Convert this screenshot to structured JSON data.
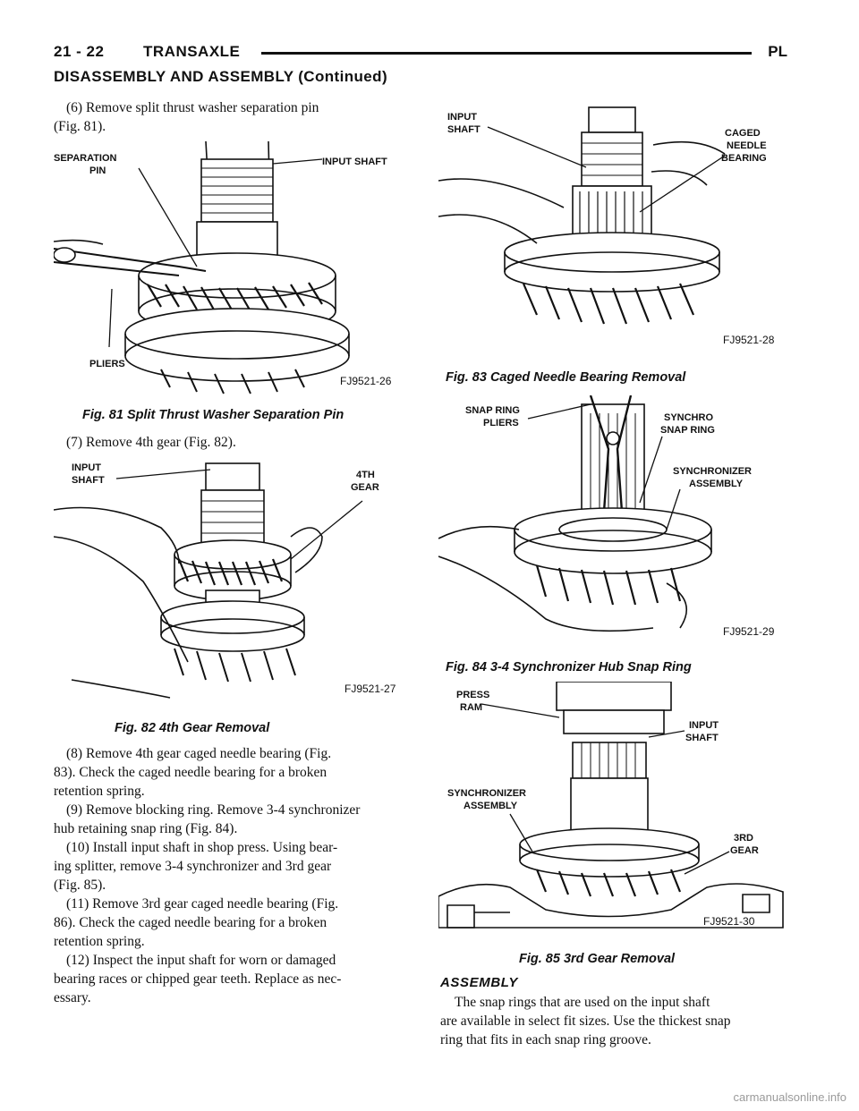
{
  "header": {
    "page": "21 - 22",
    "section": "TRANSAXLE",
    "model": "PL"
  },
  "continued": "DISASSEMBLY AND ASSEMBLY (Continued)",
  "left": {
    "step6a": "(6) Remove split thrust washer separation pin",
    "step6b": "(Fig. 81).",
    "step7": "(7) Remove 4th gear (Fig. 82).",
    "steps8to12": [
      "(8) Remove 4th gear caged needle bearing (Fig.",
      "83). Check the caged needle bearing for a broken",
      "retention spring.",
      "(9) Remove blocking ring. Remove 3-4 synchronizer",
      "hub retaining snap ring (Fig. 84).",
      "(10) Install input shaft in shop press. Using bear-",
      "ing splitter, remove 3-4 synchronizer and 3rd gear",
      "(Fig. 85).",
      "(11) Remove 3rd gear caged needle bearing (Fig.",
      "86). Check the caged needle bearing for a broken",
      "retention spring.",
      "(12) Inspect the input shaft for worn or damaged",
      "bearing races or chipped gear teeth. Replace as nec-",
      "essary."
    ]
  },
  "figures": {
    "fig81": {
      "caption": "Fig. 81 Split Thrust Washer Separation Pin",
      "code": "FJ9521-26",
      "labels": {
        "a": "SEPARATION",
        "b": "PIN",
        "c": "INPUT SHAFT",
        "d": "PLIERS"
      }
    },
    "fig82": {
      "caption": "Fig. 82 4th Gear Removal",
      "code": "FJ9521-27",
      "labels": {
        "a": "INPUT",
        "b": "SHAFT",
        "c": "4TH",
        "d": "GEAR"
      }
    },
    "fig83": {
      "caption": "Fig. 83 Caged Needle Bearing Removal",
      "code": "FJ9521-28",
      "labels": {
        "a": "INPUT",
        "b": "SHAFT",
        "c": "CAGED",
        "d": "NEEDLE",
        "e": "BEARING"
      }
    },
    "fig84": {
      "caption": "Fig. 84 3-4 Synchronizer Hub Snap Ring",
      "code": "FJ9521-29",
      "labels": {
        "a": "SNAP RING",
        "b": "PLIERS",
        "c": "SYNCHRO",
        "d": "SNAP RING",
        "e": "SYNCHRONIZER",
        "f": "ASSEMBLY"
      }
    },
    "fig85": {
      "caption": "Fig. 85 3rd Gear Removal",
      "code": "FJ9521-30",
      "labels": {
        "a": "PRESS",
        "b": "RAM",
        "c": "INPUT",
        "d": "SHAFT",
        "e": "SYNCHRONIZER",
        "f": "ASSEMBLY",
        "g": "3RD",
        "h": "GEAR"
      }
    }
  },
  "right": {
    "heading": "ASSEMBLY",
    "lines": [
      "The snap rings that are used on the input shaft",
      "are available in select fit sizes. Use the thickest snap",
      "ring that fits in each snap ring groove."
    ]
  },
  "watermark": "carmanualsonline.info"
}
